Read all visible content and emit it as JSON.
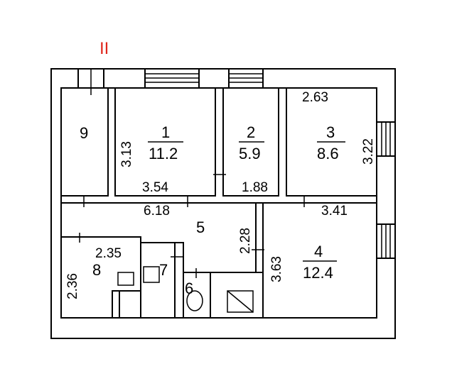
{
  "section_mark": "II",
  "rooms": [
    {
      "id": "9",
      "number": "9",
      "area": ""
    },
    {
      "id": "1",
      "number": "1",
      "area": "11.2"
    },
    {
      "id": "2",
      "number": "2",
      "area": "5.9"
    },
    {
      "id": "3",
      "number": "3",
      "area": "8.6"
    },
    {
      "id": "4",
      "number": "4",
      "area": "12.4"
    },
    {
      "id": "5",
      "number": "5",
      "area": ""
    },
    {
      "id": "6",
      "number": "6",
      "area": ""
    },
    {
      "id": "7",
      "number": "7",
      "area": ""
    },
    {
      "id": "8",
      "number": "8",
      "area": ""
    }
  ],
  "dimensions": {
    "room1_height": "3.13",
    "room1_width": "3.54",
    "room2_width": "1.88",
    "room3_top": "2.63",
    "room3_side": "3.22",
    "corridor_width": "6.18",
    "room4_width": "3.41",
    "corridor_height": "2.28",
    "room4_height": "3.63",
    "room8_width": "2.35",
    "room8_height": "2.36"
  },
  "colors": {
    "wall": "#000000",
    "section_mark": "#e0261c"
  }
}
